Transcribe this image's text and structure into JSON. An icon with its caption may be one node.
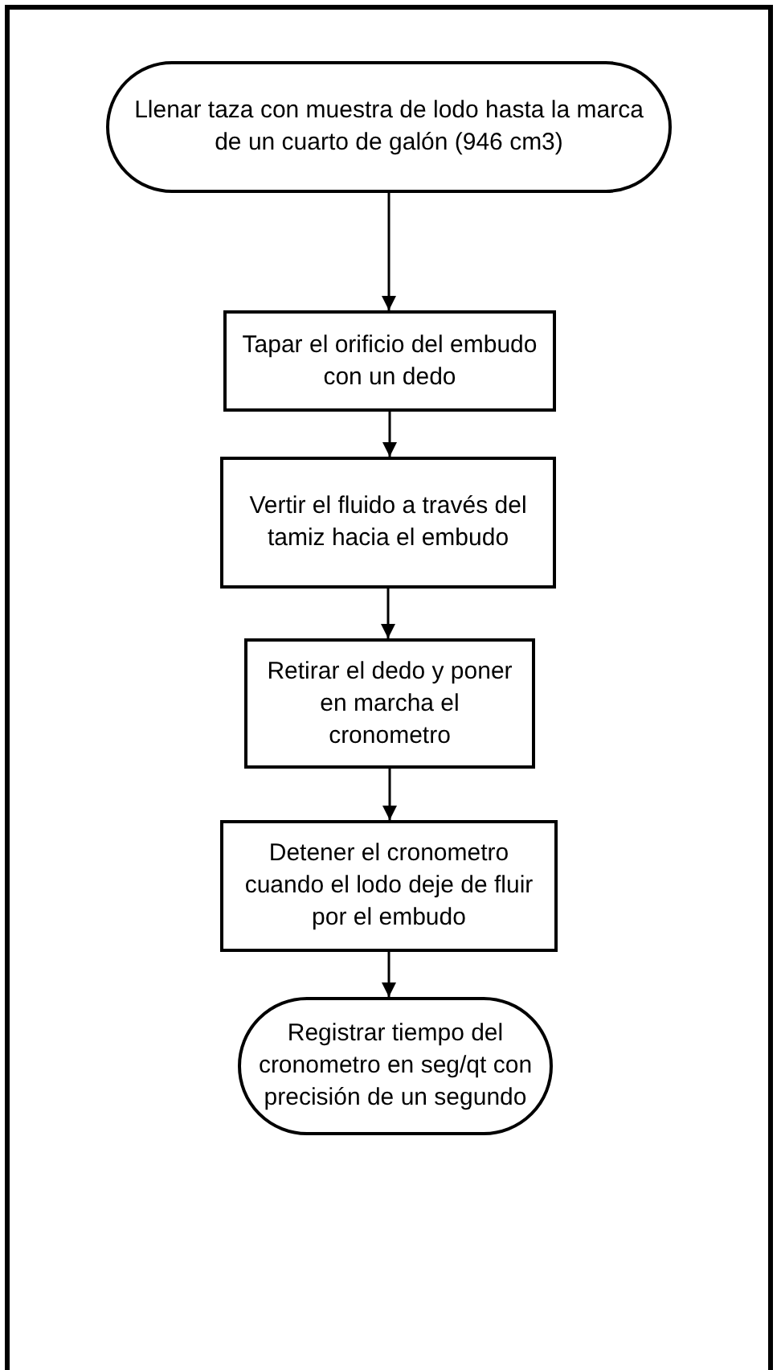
{
  "diagram": {
    "nodes": [
      {
        "text": [
          "Llenar taza con muestra de lodo hasta la marca de un cuarto de galón (946 cm3)"
        ]
      },
      {
        "text": [
          "Tapar el orificio del embudo con un dedo"
        ]
      },
      {
        "text": [
          "Vertir el fluido a través del tamiz hacia el embudo"
        ]
      },
      {
        "text": [
          "Retirar el dedo y poner en marcha el cronometro"
        ]
      },
      {
        "text": [
          "Detener el cronometro cuando el lodo deje de fluir por el embudo"
        ]
      },
      {
        "text": [
          "Registrar tiempo del cronometro en seg/qt con precisión de un segundo"
        ]
      }
    ],
    "edges": [
      {
        "from": 0,
        "to": 1,
        "arrow": "to"
      },
      {
        "from": 1,
        "to": 2,
        "arrow": "to"
      },
      {
        "from": 2,
        "to": 3,
        "arrow": "to"
      },
      {
        "from": 3,
        "to": 4,
        "arrow": "to"
      },
      {
        "from": 4,
        "to": 5,
        "arrow": "to"
      }
    ]
  }
}
